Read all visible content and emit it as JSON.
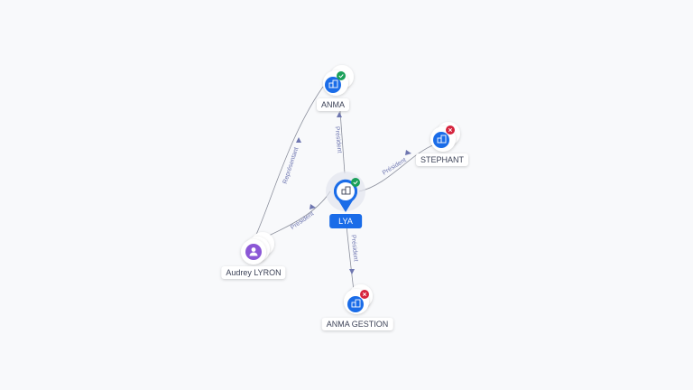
{
  "colors": {
    "company": "#1a6ce8",
    "person": "#8b57d6",
    "active": "#1aa05a",
    "inactive": "#d6243e",
    "edge": "#8b8f9c",
    "edge_label": "#6e76b0"
  },
  "nodes": [
    {
      "id": "anma",
      "label": "ANMA",
      "kind": "company",
      "status": "active",
      "icon": "company-icon"
    },
    {
      "id": "stephant",
      "label": "STEPHANT",
      "kind": "company",
      "status": "inactive",
      "icon": "company-icon"
    },
    {
      "id": "lya",
      "label": "LYA",
      "kind": "company",
      "status": "active",
      "selected": true,
      "icon": "company-icon"
    },
    {
      "id": "audrey",
      "label": "Audrey LYRON",
      "kind": "person",
      "icon": "person-icon"
    },
    {
      "id": "anma_gestion",
      "label": "ANMA GESTION",
      "kind": "company",
      "status": "inactive",
      "icon": "company-icon"
    }
  ],
  "edges": [
    {
      "from": "lya",
      "to": "anma",
      "label": "Président"
    },
    {
      "from": "lya",
      "to": "stephant",
      "label": "Président"
    },
    {
      "from": "lya",
      "to": "anma_gestion",
      "label": "Président"
    },
    {
      "from": "audrey",
      "to": "lya",
      "label": "Président"
    },
    {
      "from": "audrey",
      "to": "anma",
      "label": "Représentant"
    }
  ]
}
